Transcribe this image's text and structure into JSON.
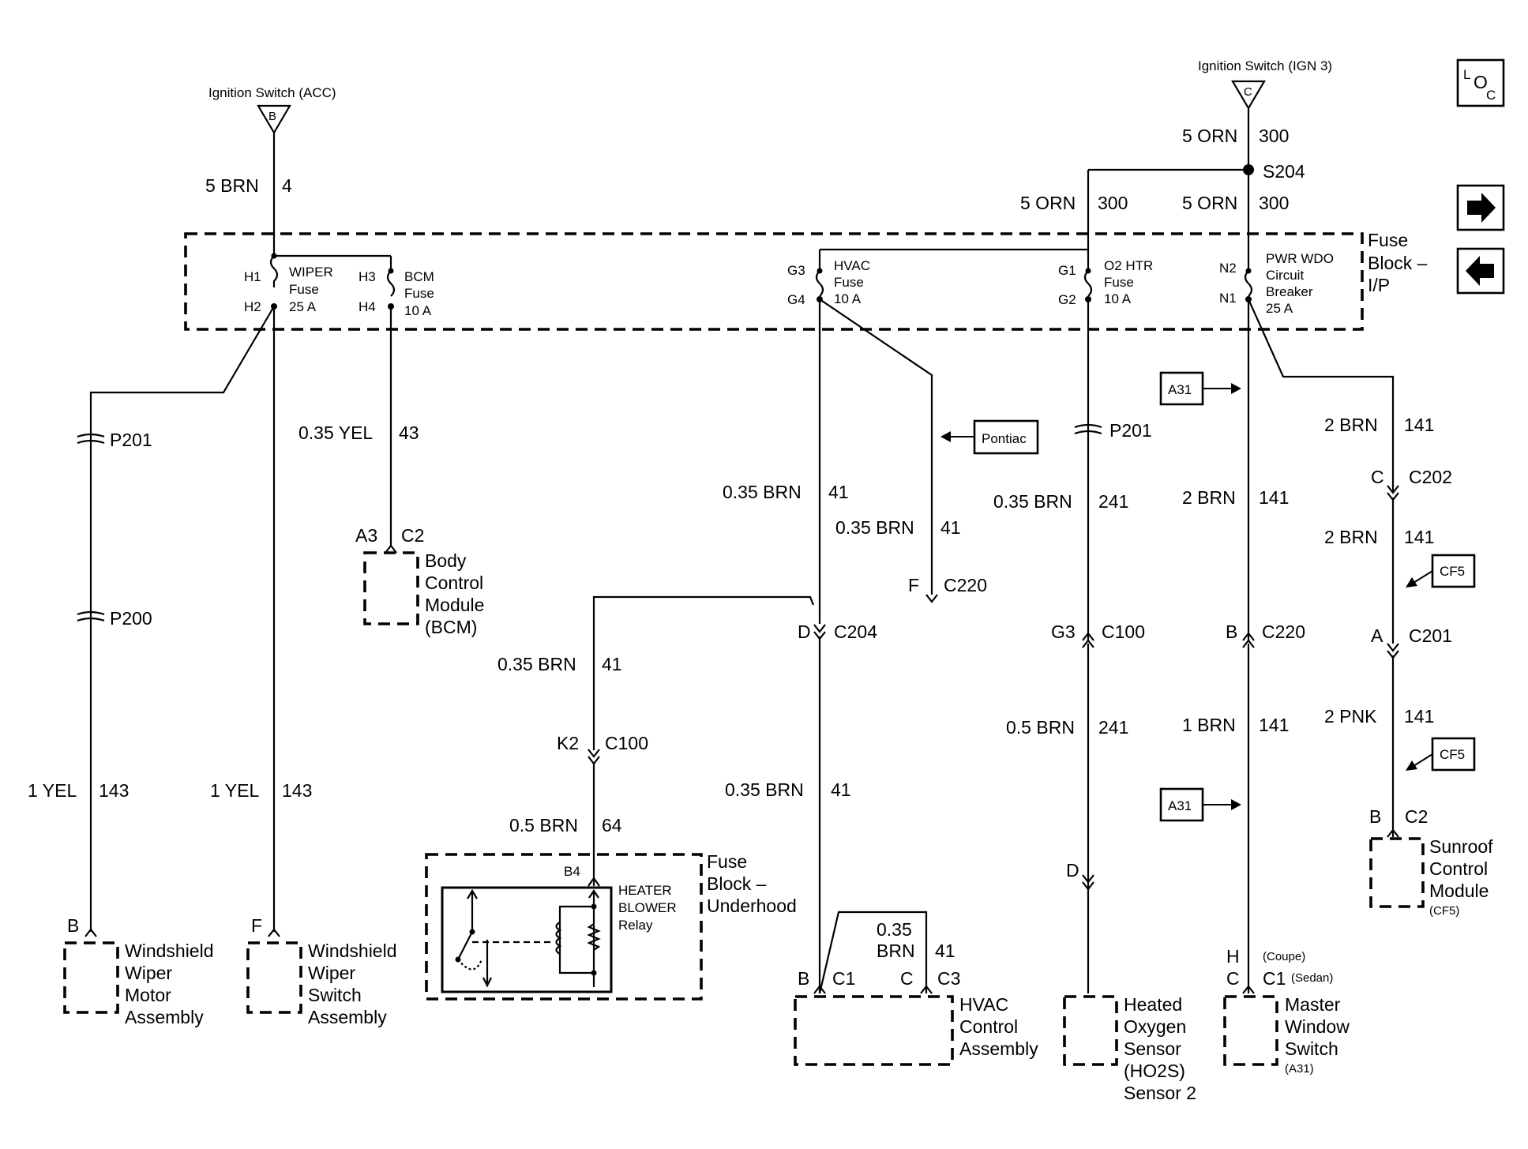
{
  "header": {
    "ign_acc": "Ignition Switch (ACC)",
    "ign_acc_tag": "B",
    "ign3": "Ignition Switch (IGN 3)",
    "ign3_tag": "C"
  },
  "nav": {
    "loc_l": "L",
    "loc_o": "O",
    "loc_c": "C",
    "next_icon": "arrow-right-icon",
    "prev_icon": "arrow-left-icon"
  },
  "wires": {
    "brn5": "5 BRN",
    "c4": "4",
    "orn5": "5 ORN",
    "c300": "300",
    "s204": "S204",
    "yel035": "0.35 YEL",
    "c43": "43",
    "brn035": "0.35 BRN",
    "c41": "41",
    "brn05": "0.5 BRN",
    "c64": "64",
    "c241": "241",
    "brn2": "2 BRN",
    "c141": "141",
    "brn1": "1 BRN",
    "pnk2": "2 PNK",
    "yel1": "1 YEL",
    "c143": "143",
    "brn_only": "BRN",
    "n035": "0.35"
  },
  "fuse_block": {
    "label1": "Fuse",
    "label2": "Block –",
    "label3": "I/P",
    "h1": "H1",
    "h2": "H2",
    "h3": "H3",
    "h4": "H4",
    "g1": "G1",
    "g2": "G2",
    "g3": "G3",
    "g4": "G4",
    "n1": "N1",
    "n2": "N2",
    "wiper1": "WIPER",
    "wiper2": "Fuse",
    "wiper3": "25 A",
    "bcm1": "BCM",
    "bcm2": "Fuse",
    "bcm3": "10 A",
    "hvac1": "HVAC",
    "hvac2": "Fuse",
    "hvac3": "10 A",
    "o2_1": "O2 HTR",
    "o2_2": "Fuse",
    "o2_3": "10 A",
    "pwr1": "PWR WDO",
    "pwr2": "Circuit",
    "pwr3": "Breaker",
    "pwr4": "25 A"
  },
  "connectors": {
    "p201": "P201",
    "p200": "P200",
    "a3": "A3",
    "c2": "C2",
    "k2": "K2",
    "c100": "C100",
    "d": "D",
    "c204": "C204",
    "f": "F",
    "c220": "C220",
    "g3": "G3",
    "b": "B",
    "c": "C",
    "c202": "C202",
    "a": "A",
    "c201": "C201",
    "b4": "B4",
    "c1": "C1",
    "c3": "C3",
    "h": "H",
    "coupe": "(Coupe)",
    "sedan": "(Sedan)"
  },
  "callouts": {
    "pontiac": "Pontiac",
    "a31": "A31",
    "cf5": "CF5"
  },
  "components": {
    "bcm": [
      "Body",
      "Control",
      "Module",
      "(BCM)"
    ],
    "underhood": [
      "Fuse",
      "Block –",
      "Underhood"
    ],
    "relay": [
      "HEATER",
      "BLOWER",
      "Relay"
    ],
    "hvac_ctl": [
      "HVAC",
      "Control",
      "Assembly"
    ],
    "ho2s": [
      "Heated",
      "Oxygen",
      "Sensor",
      "(HO2S)",
      "Sensor 2"
    ],
    "mws": [
      "Master",
      "Window",
      "Switch"
    ],
    "mws_note": "(A31)",
    "sunroof": [
      "Sunroof",
      "Control",
      "Module"
    ],
    "sunroof_note": "(CF5)",
    "wiper_motor": [
      "Windshield",
      "Wiper",
      "Motor",
      "Assembly"
    ],
    "wiper_switch": [
      "Windshield",
      "Wiper",
      "Switch",
      "Assembly"
    ]
  }
}
